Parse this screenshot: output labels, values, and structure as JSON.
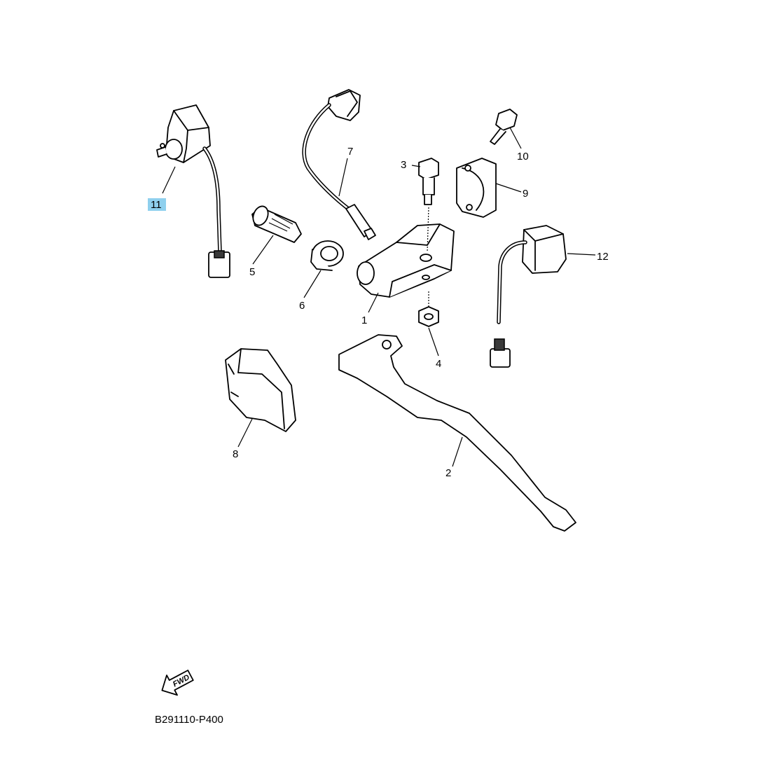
{
  "diagram": {
    "callouts": [
      {
        "id": "1",
        "label": "1"
      },
      {
        "id": "2",
        "label": "2"
      },
      {
        "id": "3",
        "label": "3"
      },
      {
        "id": "4",
        "label": "4"
      },
      {
        "id": "5",
        "label": "5"
      },
      {
        "id": "6",
        "label": "6"
      },
      {
        "id": "7",
        "label": "7"
      },
      {
        "id": "8",
        "label": "8"
      },
      {
        "id": "9",
        "label": "9"
      },
      {
        "id": "10",
        "label": "10"
      },
      {
        "id": "11",
        "label": "11",
        "highlighted": true,
        "highlight_color": "#8fd0ee"
      },
      {
        "id": "12",
        "label": "12"
      }
    ],
    "fwd_label": "FWD",
    "diagram_code": "B291110-P400"
  }
}
